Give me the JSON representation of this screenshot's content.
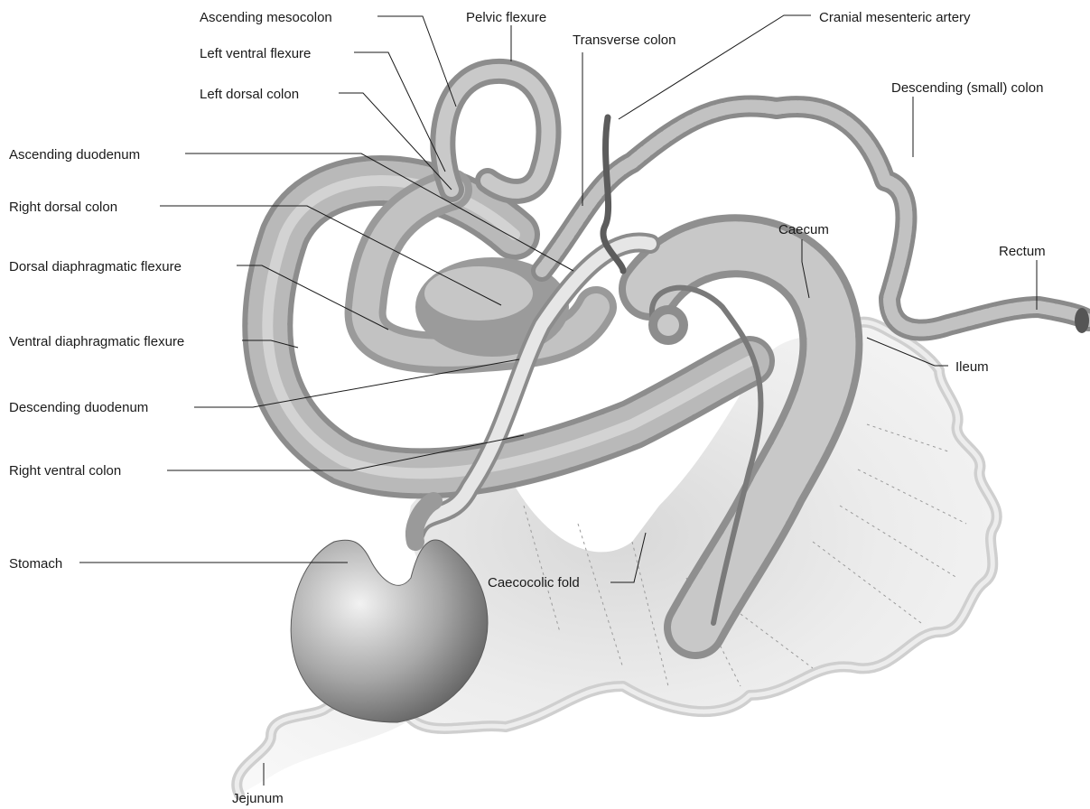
{
  "diagram": {
    "labels": {
      "ascending_mesocolon": "Ascending mesocolon",
      "pelvic_flexure": "Pelvic flexure",
      "transverse_colon": "Transverse colon",
      "cranial_mesenteric_artery": "Cranial mesenteric artery",
      "left_ventral_flexure": "Left ventral flexure",
      "left_dorsal_colon": "Left dorsal colon",
      "descending_small_colon": "Descending (small) colon",
      "ascending_duodenum": "Ascending duodenum",
      "right_dorsal_colon": "Right dorsal colon",
      "caecum": "Caecum",
      "rectum": "Rectum",
      "dorsal_diaphragmatic_flexure": "Dorsal diaphragmatic flexure",
      "ventral_diaphragmatic_flexure": "Ventral diaphragmatic flexure",
      "ileum": "Ileum",
      "descending_duodenum": "Descending duodenum",
      "right_ventral_colon": "Right ventral colon",
      "stomach": "Stomach",
      "caecocolic_fold": "Caecocolic fold",
      "jejunum": "Jejunum"
    },
    "colors": {
      "organ_dark": "#8c8c8c",
      "organ_mid": "#b3b3b3",
      "organ_light": "#d9d9d9",
      "mesentery": "#eeeeee",
      "line": "#1a1a1a"
    }
  }
}
